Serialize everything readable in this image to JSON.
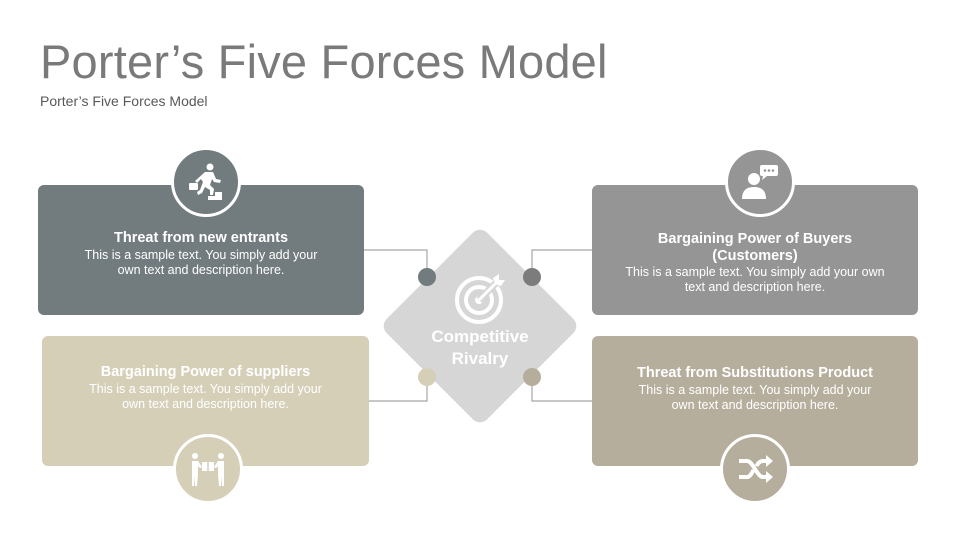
{
  "title": "Porter’s Five Forces Model",
  "subtitle": "Porter’s Five Forces Model",
  "center": {
    "label_line1": "Competitive",
    "label_line2": "Rivalry",
    "icon": "target-icon"
  },
  "forces": [
    {
      "heading": "Threat from new entrants",
      "description_line1": "This is a sample text. You simply add your",
      "description_line2": "own text and description here.",
      "icon": "person-climbing-stairs-icon",
      "color": "#727b7e"
    },
    {
      "heading_line1": "Bargaining Power of Buyers",
      "heading_line2": "(Customers)",
      "description_line1": "This is a sample text. You simply add your own",
      "description_line2": "text and description here.",
      "icon": "customer-chat-icon",
      "color": "#959595"
    },
    {
      "heading": "Bargaining Power of suppliers",
      "description_line1": "This is a sample text. You simply add your",
      "description_line2": "own text and description here.",
      "icon": "people-exchanging-box-icon",
      "color": "#d5cfb8"
    },
    {
      "heading": "Threat from Substitutions Product",
      "description_line1": "This is a sample text. You simply add your",
      "description_line2": "own text and description here.",
      "icon": "shuffle-icon",
      "color": "#b6ae9c"
    }
  ],
  "colors": {
    "connector": "#a6a6a6",
    "diamond": "#d6d6d6",
    "title_text": "#7a7a7a"
  }
}
